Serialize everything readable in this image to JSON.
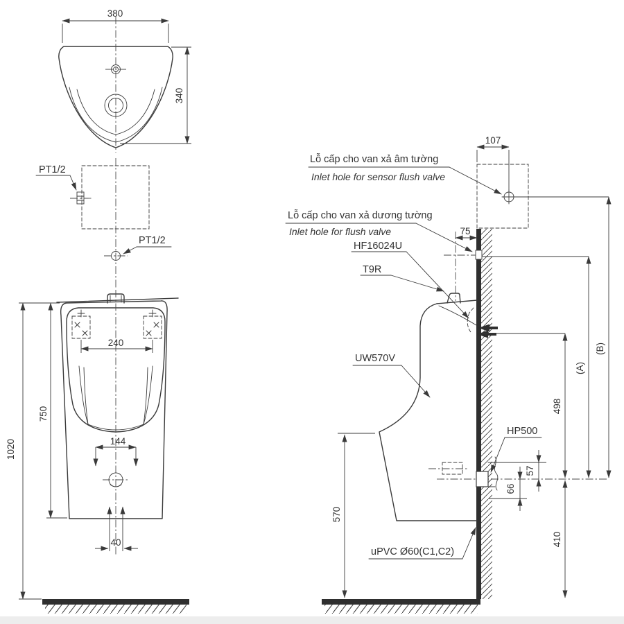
{
  "colors": {
    "line": "#3a3a3a",
    "solid_fill": "#2f2f2f",
    "background": "#ffffff",
    "footer_strip": "#ededed"
  },
  "top_view": {
    "dim_width": "380",
    "dim_depth": "340"
  },
  "supply_rough_in": {
    "pt_wall_label": "PT1/2",
    "pt_spud_label": "PT1/2"
  },
  "front_view": {
    "dim_mount_span": "240",
    "dim_bolt_span": "144",
    "dim_rim_height": "750",
    "dim_total_height": "1020",
    "dim_outlet_width": "40"
  },
  "side_view": {
    "dim_sensor_offset": "107",
    "dim_spud_offset": "75",
    "dim_flush_to_outlet": "498",
    "dim_outlet_up": "57",
    "dim_outlet_down": "66",
    "dim_outlet_to_floor": "410",
    "dim_front_to_floor": "570",
    "dim_a": "(A)",
    "dim_b": "(B)",
    "callout_sensor_vi": "Lỗ cấp cho van xả âm tường",
    "callout_sensor_en": "Inlet hole for sensor flush valve",
    "callout_flush_vi": "Lỗ cấp cho van xả dương tường",
    "callout_flush_en": "Inlet hole for flush valve",
    "part_flush_pipe": "HF16024U",
    "part_spud": "T9R",
    "part_urinal": "UW570V",
    "part_outlet_socket": "HP500",
    "part_drain_pipe": "uPVC Ø60(C1,C2)"
  }
}
